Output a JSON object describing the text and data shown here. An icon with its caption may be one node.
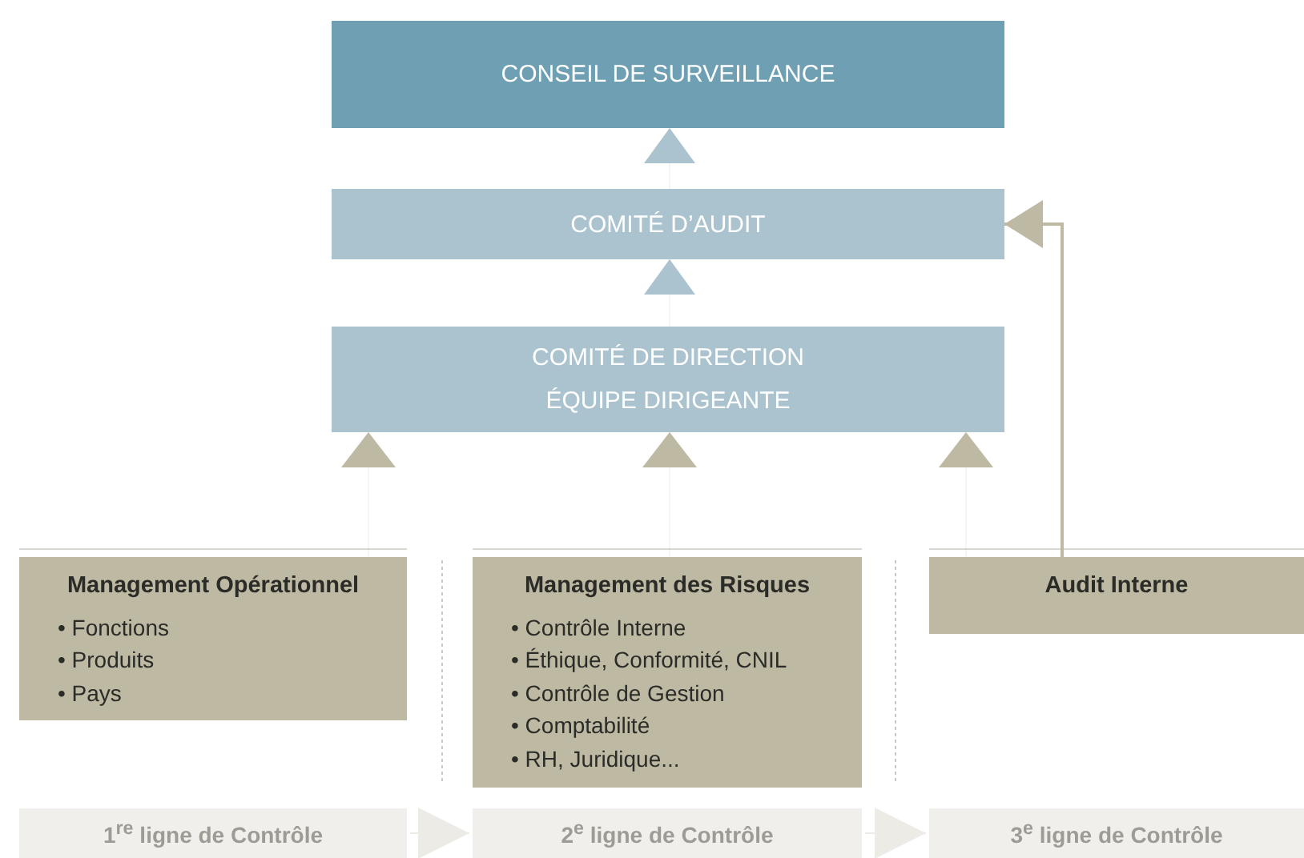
{
  "diagram": {
    "nodes": [
      {
        "text": [
          "CONSEIL DE SURVEILLANCE"
        ]
      },
      {
        "text": [
          "COMITÉ D’AUDIT"
        ]
      },
      {
        "text": [
          "COMITÉ DE DIRECTION",
          "ÉQUIPE DIRIGEANTE"
        ]
      },
      {
        "text": [
          "Management Opérationnel",
          "• Fonctions",
          "• Produits",
          "• Pays"
        ]
      },
      {
        "text": [
          "Management des Risques",
          "• Contrôle Interne",
          "• Éthique, Conformité, CNIL",
          "• Contrôle de Gestion",
          "• Comptabilité",
          "• RH, Juridique..."
        ]
      },
      {
        "text": [
          "Audit Interne"
        ]
      },
      {
        "text": [
          "1$^{re}$ ligne de Contrôle"
        ]
      },
      {
        "text": [
          "2$^{e}$ ligne de Contrôle"
        ]
      },
      {
        "text": [
          "3$^{e}$ ligne de Contrôle"
        ]
      }
    ],
    "edges": [
      {
        "from": 1,
        "to": 0,
        "arrow": "to",
        "color": "#aac3cf"
      },
      {
        "from": 2,
        "to": 1,
        "arrow": "to",
        "color": "#aac3cf"
      },
      {
        "from": 3,
        "to": 2,
        "arrow": "to"
      },
      {
        "from": 4,
        "to": 2,
        "arrow": "to"
      },
      {
        "from": 5,
        "to": 2,
        "arrow": "to"
      },
      {
        "from": 5,
        "to": 1,
        "arrow": "to"
      },
      {
        "from": 6,
        "to": 7,
        "arrow": "to",
        "color": "#ecebe6"
      },
      {
        "from": 7,
        "to": 8,
        "arrow": "to",
        "color": "#ecebe6"
      }
    ]
  }
}
